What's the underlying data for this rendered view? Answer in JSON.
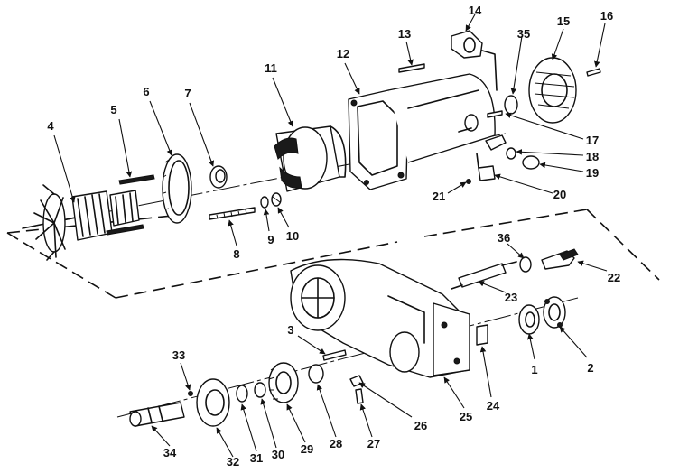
{
  "diagram": {
    "part_labels": [
      "1",
      "2",
      "3",
      "4",
      "5",
      "6",
      "7",
      "8",
      "9",
      "10",
      "11",
      "12",
      "13",
      "14",
      "15",
      "16",
      "17",
      "18",
      "19",
      "20",
      "21",
      "22",
      "23",
      "24",
      "25",
      "26",
      "27",
      "28",
      "29",
      "30",
      "31",
      "32",
      "33",
      "34",
      "35",
      "36"
    ]
  }
}
